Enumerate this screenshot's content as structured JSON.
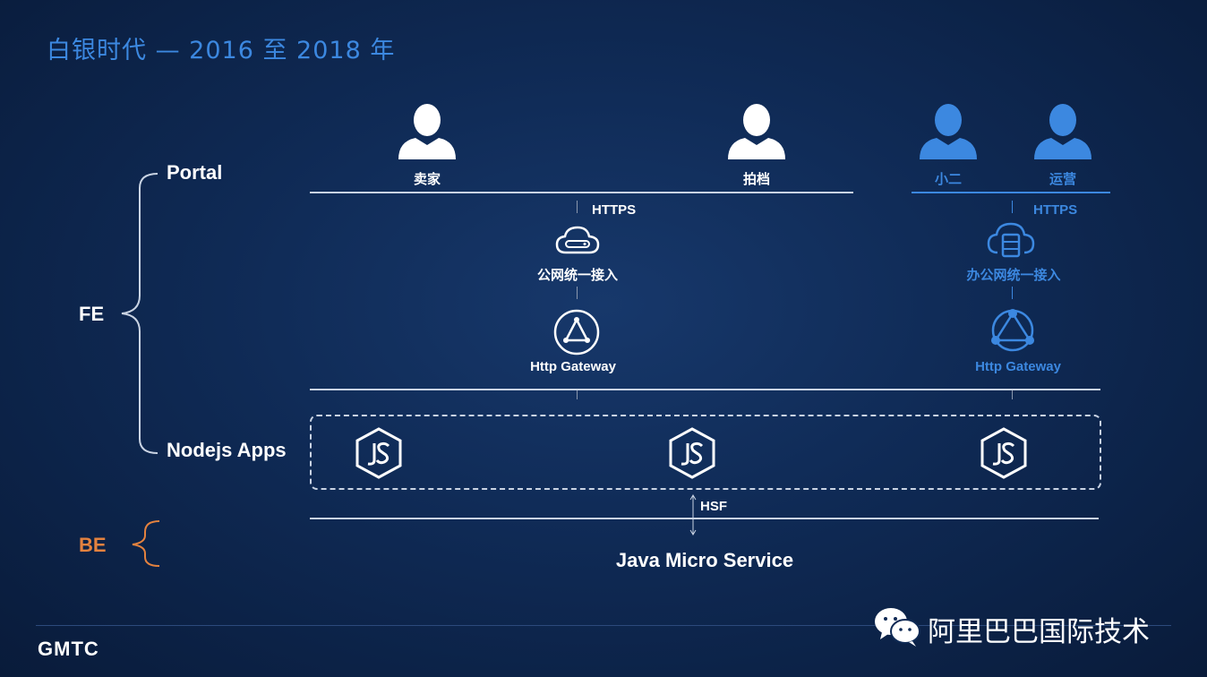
{
  "title": "白银时代 — 2016 至 2018 年",
  "sections": {
    "portal": "Portal",
    "fe": "FE",
    "nodejs_apps": "Nodejs Apps",
    "be": "BE"
  },
  "users": {
    "seller": "卖家",
    "auction": "拍档",
    "xiaoer": "小二",
    "operations": "运营"
  },
  "left_flow": {
    "https": "HTTPS",
    "public_access": "公网统一接入",
    "gateway": "Http Gateway"
  },
  "right_flow": {
    "https": "HTTPS",
    "office_access": "办公网统一接入",
    "gateway": "Http Gateway"
  },
  "hsf": "HSF",
  "java_service": "Java Micro Service",
  "footer": {
    "logo": "GMTC",
    "watermark": "阿里巴巴国际技术"
  },
  "colors": {
    "accent": "#3c88e0",
    "be": "#e4823f",
    "line": "#c9d3e3"
  }
}
